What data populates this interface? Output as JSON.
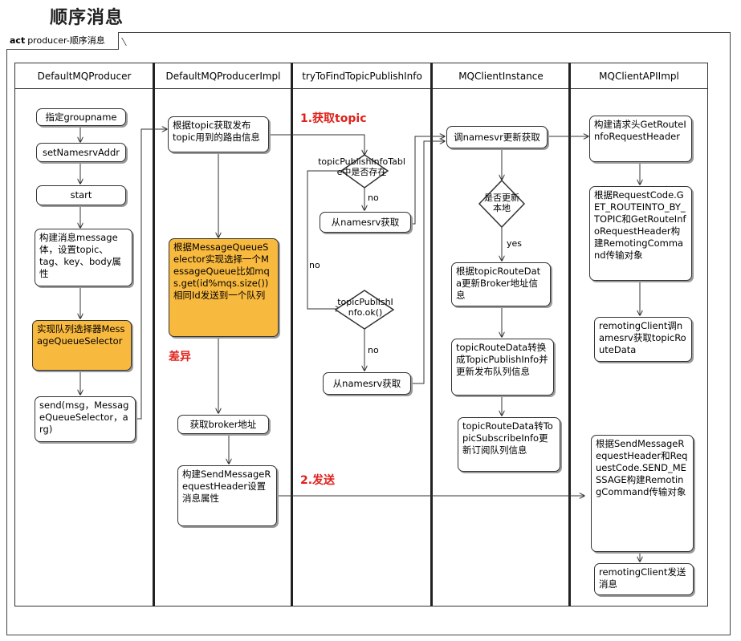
{
  "title": "顺序消息",
  "frame": {
    "keyword": "act",
    "name": "producer-顺序消息"
  },
  "lanes": [
    "DefaultMQProducer",
    "DefaultMQProducerImpl",
    "tryToFindTopicPublishInfo",
    "MQClientInstance",
    "MQClientAPIImpl"
  ],
  "producer": {
    "groupname": "指定groupname",
    "setaddr": "setNamesrvAddr",
    "start": "start",
    "build": "构建消息message体，设置topic、tag、key、body属性",
    "selector": "实现队列选择器MessageQueueSelector",
    "send": "send(msg，MessageQueueSelector，arg)"
  },
  "impl": {
    "route": "根据topic获取发布topic用到的路由信息",
    "select": "根据MessageQueueSelector实现选择一个MessageQueue比如mqs.get(id%mqs.size()) 相同Id发送到一个队列",
    "broker": "获取broker地址",
    "header": "构建SendMessageRequestHeader设置消息属性"
  },
  "find": {
    "cond1": "topicPublishInfoTable中是否存在",
    "get1": "从namesrv获取",
    "cond2": "topicPublishInfo.ok()",
    "get2": "从namesrv获取"
  },
  "client": {
    "call": "调namesvr更新获取",
    "cond": "是否更新本地",
    "broker": "根据topicRouteData更新Broker地址信息",
    "pub": "topicRouteData转换成TopicPublishInfo并更新发布队列信息",
    "sub": "topicRouteData转TopicSubscribeInfo更新订阅队列信息"
  },
  "api": {
    "h1": "构建请求头GetRouteInfoRequestHeader",
    "h2": "根据RequestCode.GET_ROUTEINTO_BY_TOPIC和GetRouteInfoRequestHeader构建RemotingCommand传输对象",
    "h3": "remotingClient调namesrv获取topicRouteData",
    "h4": "根据SendMessageRequestHeader和RequestCode.SEND_MESSAGE构建RemotingCommand传输对象",
    "h5": "remotingClient发送消息"
  },
  "labels": {
    "step1": "1.获取topic",
    "step2": "2.发送",
    "diff": "差异",
    "no1": "no",
    "no2": "no",
    "no3": "no",
    "yes": "yes"
  }
}
